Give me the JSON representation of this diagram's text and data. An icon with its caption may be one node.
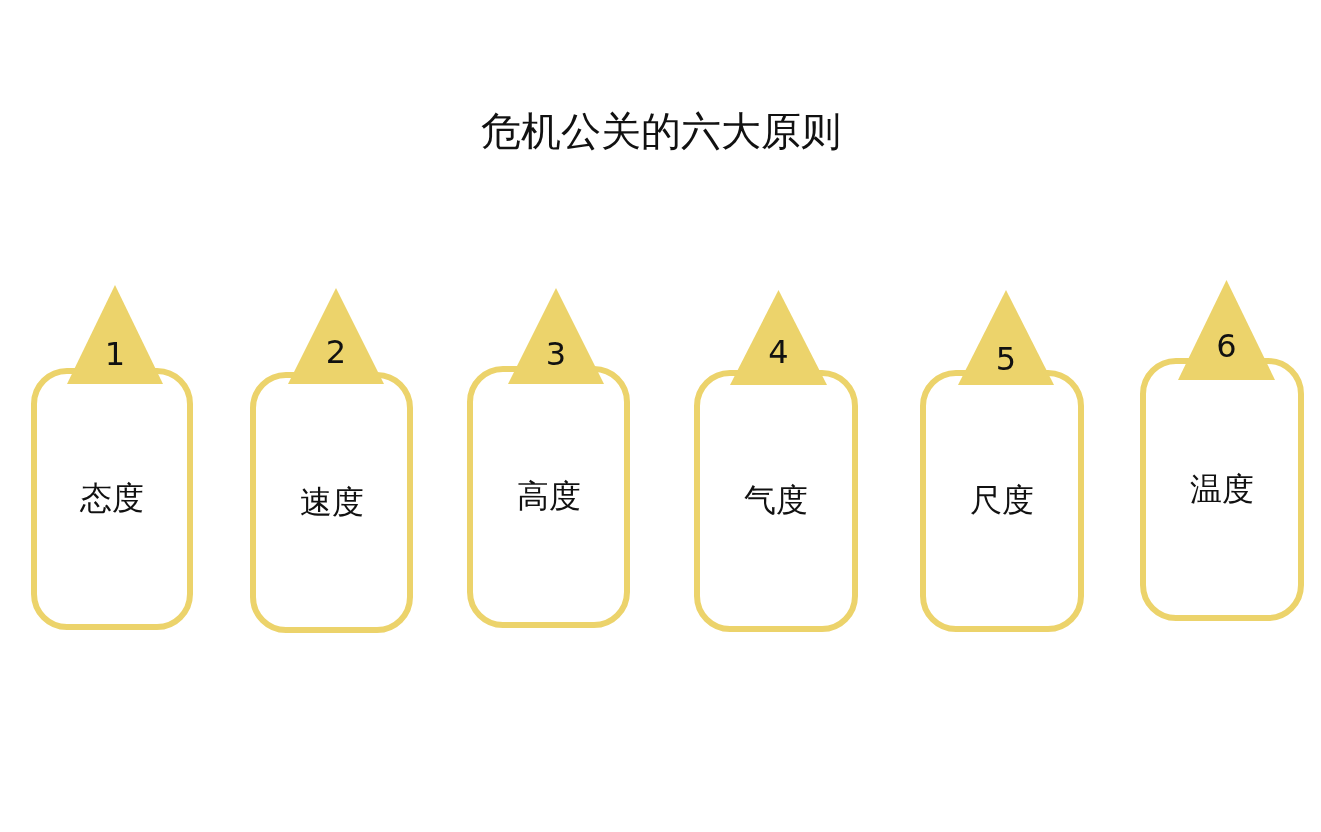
{
  "diagram": {
    "title": "危机公关的六大原则",
    "nodes": [
      {
        "text": [
          "1"
        ]
      },
      {
        "text": [
          "态度"
        ]
      },
      {
        "text": [
          "2"
        ]
      },
      {
        "text": [
          "速度"
        ]
      },
      {
        "text": [
          "3"
        ]
      },
      {
        "text": [
          "高度"
        ]
      },
      {
        "text": [
          "4"
        ]
      },
      {
        "text": [
          "气度"
        ]
      },
      {
        "text": [
          "5"
        ]
      },
      {
        "text": [
          "尺度"
        ]
      },
      {
        "text": [
          "6"
        ]
      },
      {
        "text": [
          "温度"
        ]
      }
    ]
  }
}
